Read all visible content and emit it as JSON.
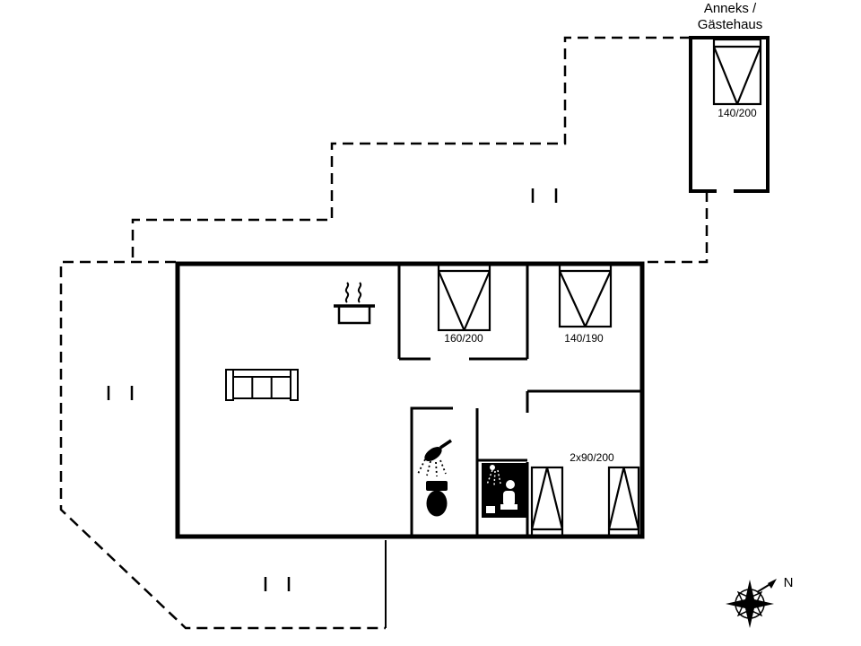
{
  "annex": {
    "label": {
      "line1": "Anneks /",
      "line2": "Gästehaus"
    },
    "bed_size": "140/200"
  },
  "rooms": {
    "bedroom1": {
      "bed_size": "160/200"
    },
    "bedroom2": {
      "bed_size": "140/190"
    },
    "bedroom3": {
      "bed_size": "2x90/200"
    }
  },
  "compass": {
    "north": "N"
  },
  "colors": {
    "line": "#000000",
    "background": "#ffffff",
    "icon_fill": "#000000"
  },
  "icons": {
    "sofa": "sofa-icon",
    "cooking_pot": "cooking-pot-icon",
    "steam": "steam-icon",
    "bed": "bed-icon",
    "shower": "shower-icon",
    "toilet": "toilet-icon",
    "shower_cabin": "shower-cabin-icon",
    "compass_rose": "compass-rose-icon"
  }
}
